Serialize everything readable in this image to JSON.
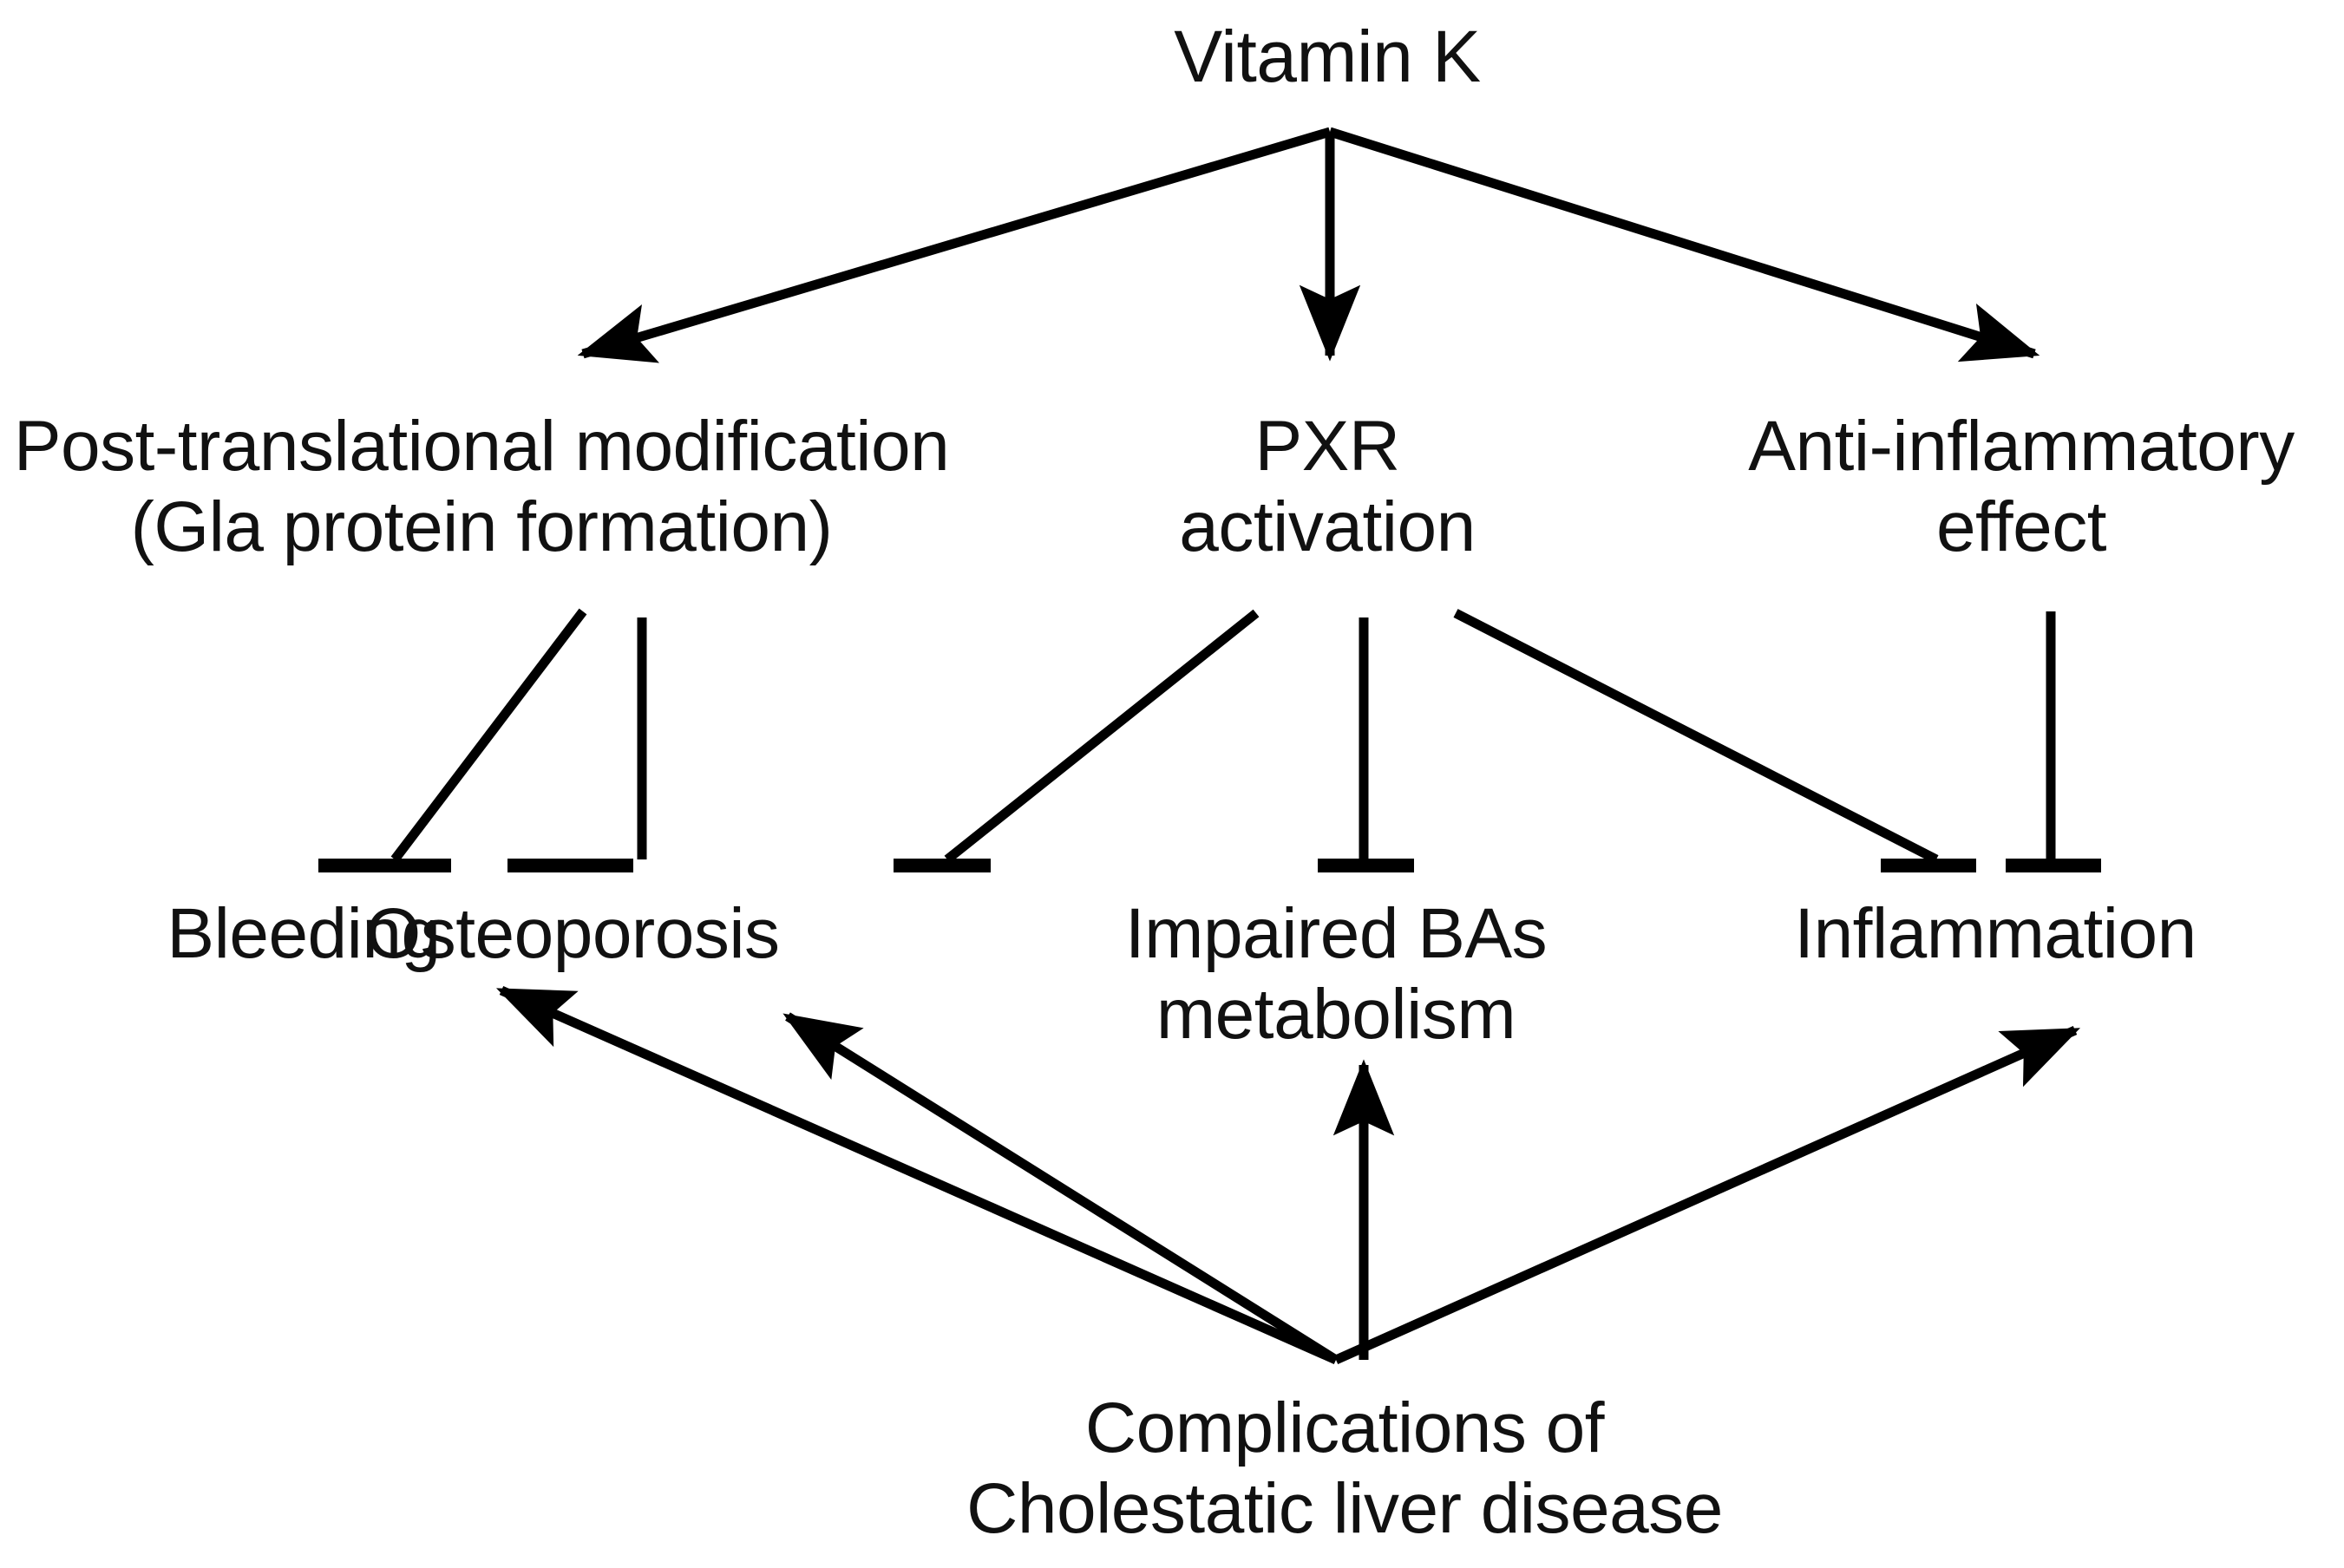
{
  "figure": {
    "type": "flow-diagram",
    "background_color": "#ffffff",
    "stroke_color": "#000000",
    "text_color": "#111111"
  },
  "nodes": {
    "root": {
      "label": "Vitamin K"
    },
    "mechanisms": [
      {
        "id": "post-translational-modification",
        "label": "Post-translational modification\n(Gla protein formation)"
      },
      {
        "id": "pxr-activation",
        "label": "PXR\nactivation"
      },
      {
        "id": "anti-inflammatory-effect",
        "label": "Anti-inflammatory\neffect"
      }
    ],
    "outcomes": [
      {
        "id": "bleeding",
        "label": "Bleeding"
      },
      {
        "id": "osteoporosis",
        "label": "Osteoporosis"
      },
      {
        "id": "impaired-bas-metabolism",
        "label": "Impaired BAs\nmetabolism"
      },
      {
        "id": "inflammation",
        "label": "Inflammation"
      }
    ],
    "source": {
      "id": "complications",
      "label": "Complications of\nCholestatic liver disease"
    }
  },
  "edges": {
    "activation_arrows": [
      {
        "from": "Vitamin K",
        "to": "Post-translational modification (Gla protein formation)",
        "marker": "arrowhead"
      },
      {
        "from": "Vitamin K",
        "to": "PXR activation",
        "marker": "arrowhead"
      },
      {
        "from": "Vitamin K",
        "to": "Anti-inflammatory effect",
        "marker": "arrowhead"
      },
      {
        "from": "Complications of Cholestatic liver disease",
        "to": "Bleeding",
        "marker": "arrowhead"
      },
      {
        "from": "Complications of Cholestatic liver disease",
        "to": "Osteoporosis",
        "marker": "arrowhead"
      },
      {
        "from": "Complications of Cholestatic liver disease",
        "to": "Impaired BAs metabolism",
        "marker": "arrowhead"
      },
      {
        "from": "Complications of Cholestatic liver disease",
        "to": "Inflammation",
        "marker": "arrowhead"
      }
    ],
    "inhibition_bars": [
      {
        "from": "Post-translational modification (Gla protein formation)",
        "to": "Bleeding",
        "marker": "t-bar"
      },
      {
        "from": "Post-translational modification (Gla protein formation)",
        "to": "Osteoporosis",
        "marker": "t-bar"
      },
      {
        "from": "PXR activation",
        "to": "Osteoporosis",
        "marker": "t-bar"
      },
      {
        "from": "PXR activation",
        "to": "Impaired BAs metabolism",
        "marker": "t-bar"
      },
      {
        "from": "PXR activation",
        "to": "Inflammation",
        "marker": "t-bar"
      },
      {
        "from": "Anti-inflammatory effect",
        "to": "Inflammation",
        "marker": "t-bar"
      }
    ]
  }
}
